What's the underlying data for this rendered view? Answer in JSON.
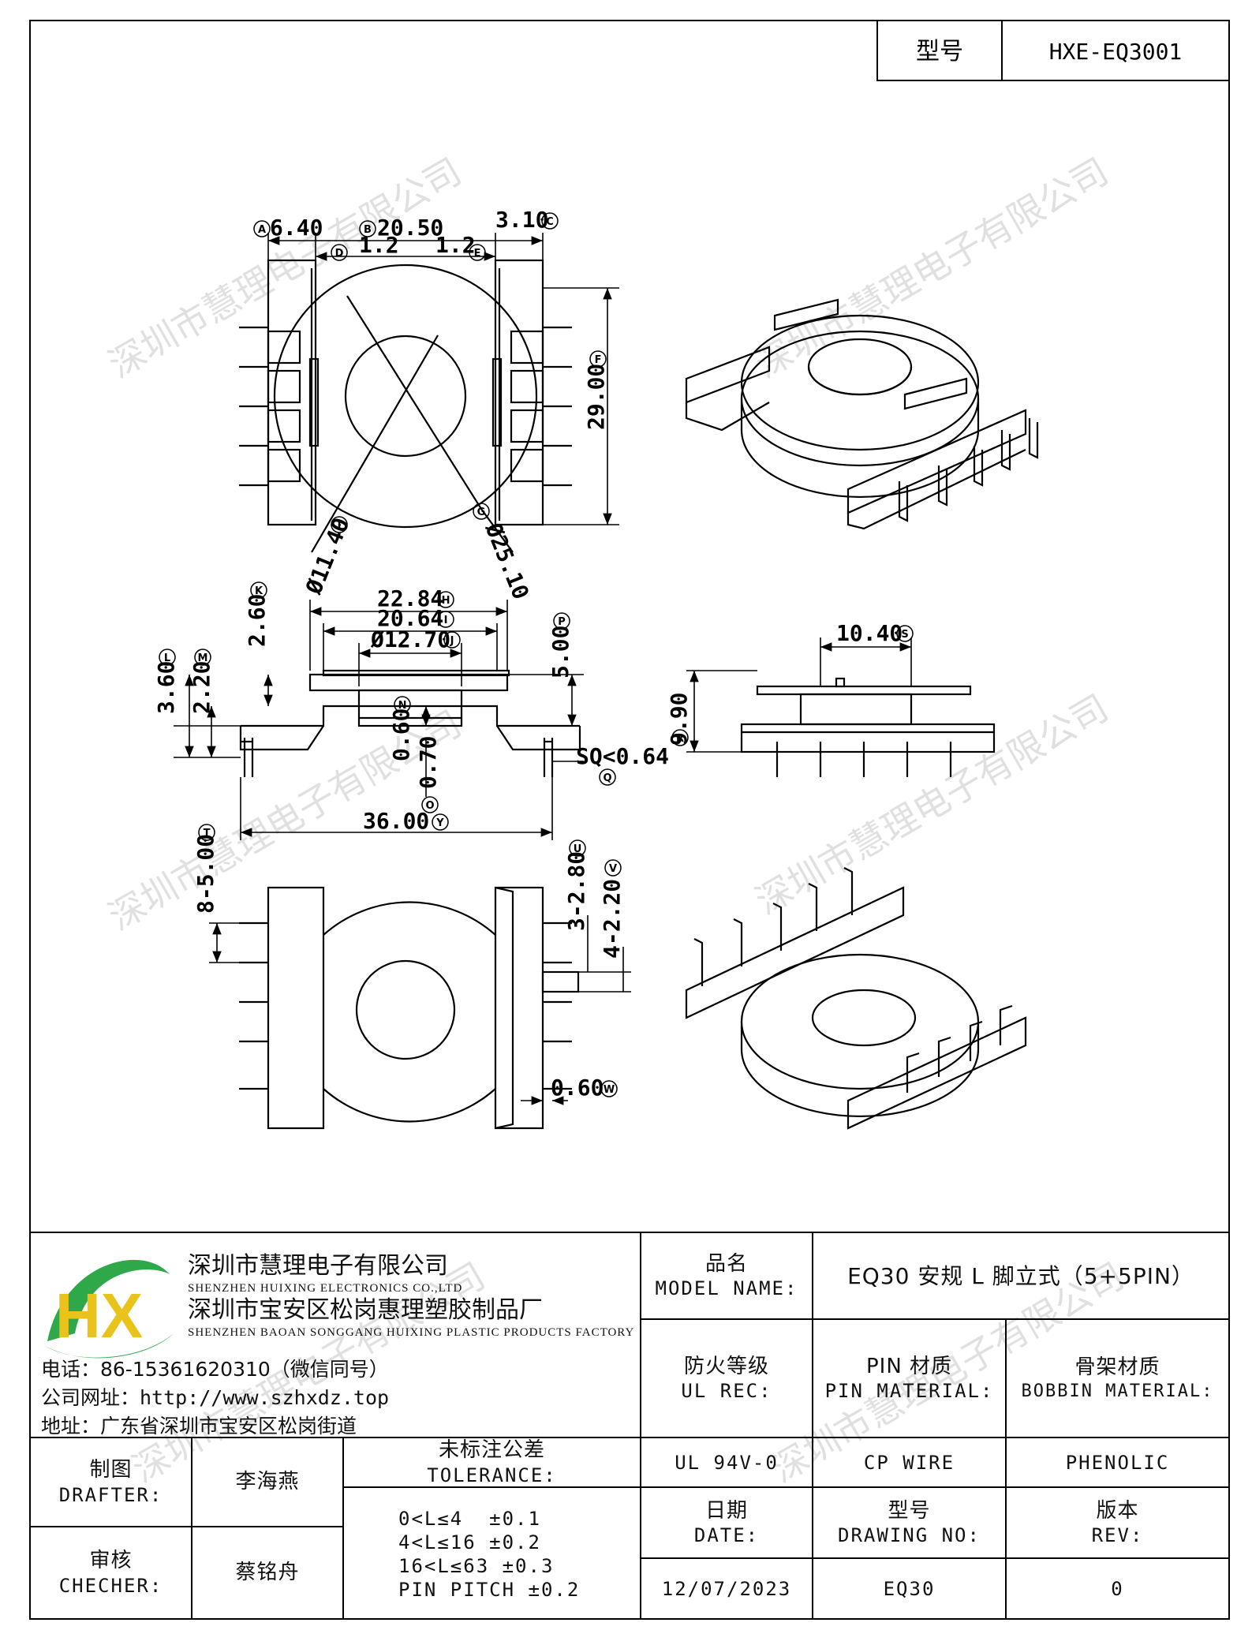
{
  "header": {
    "model_label": "型号",
    "model_value": "HXE-EQ3001"
  },
  "company": {
    "logo_text": "HX",
    "name_cn_1": "深圳市慧理电子有限公司",
    "name_en_1": "SHENZHEN HUIXING ELECTRONICS CO.,LTD",
    "name_cn_2": "深圳市宝安区松岗惠理塑胶制品厂",
    "name_en_2": "SHENZHEN BAOAN SONGGANG HUIXING PLASTIC PRODUCTS FACTORY",
    "phone": "电话：86-15361620310（微信同号）",
    "website": "公司网址：http://www.szhxdz.top",
    "address": "地址：广东省深圳市宝安区松岗街道"
  },
  "watermark": "深圳市慧理电子有限公司",
  "title_block": {
    "model_name_cn": "品名",
    "model_name_en": "MODEL NAME:",
    "model_name_value": "EQ30 安规 L 脚立式（5+5PIN）",
    "ul_cn": "防火等级",
    "ul_en": "UL REC:",
    "ul_value": "UL 94V-0",
    "pin_cn": "PIN 材质",
    "pin_en": "PIN MATERIAL:",
    "pin_value": "CP WIRE",
    "bobbin_cn": "骨架材质",
    "bobbin_en": "BOBBIN MATERIAL:",
    "bobbin_value": "PHENOLIC",
    "drafter_cn": "制图",
    "drafter_en": "DRAFTER:",
    "drafter_value": "李海燕",
    "checker_cn": "审核",
    "checker_en": "CHECHER:",
    "checker_value": "蔡铭舟",
    "tolerance_cn": "未标注公差",
    "tolerance_en": "TOLERANCE:",
    "tolerance_lines": [
      "0<L≤4  ±0.1",
      "4<L≤16 ±0.2",
      "16<L≤63 ±0.3",
      "PIN PITCH ±0.2"
    ],
    "date_cn": "日期",
    "date_en": "DATE:",
    "date_value": "12/07/2023",
    "drawing_cn": "型号",
    "drawing_en": "DRAWING NO:",
    "drawing_value": "EQ30",
    "rev_cn": "版本",
    "rev_en": "REV:",
    "rev_value": "0"
  },
  "dimensions": {
    "a": "6.40",
    "b": "20.50",
    "c": "3.10",
    "d": "1.2",
    "e": "1.2",
    "f": "29.00",
    "g": "Ø25.10",
    "h": "22.84",
    "i": "Ø11.40",
    "i2": "20.64",
    "j": "Ø12.70",
    "k": "2.60",
    "l": "3.60",
    "m": "2.20",
    "n": "0.60",
    "o": "0.70",
    "p": "5.00",
    "q": "SQ<0.64",
    "r": "9.90",
    "s": "10.40",
    "t": "8-5.00",
    "u": "3-2.80",
    "v": "4-2.20",
    "w": "0.60",
    "y": "36.00"
  },
  "dim_letters": {
    "a": "A",
    "b": "B",
    "c": "C",
    "d": "D",
    "e": "E",
    "f": "F",
    "g": "G",
    "h": "H",
    "i": "I",
    "i2": "I",
    "j": "J",
    "k": "K",
    "l": "L",
    "m": "M",
    "n": "N",
    "o": "O",
    "p": "P",
    "q": "Q",
    "r": "R",
    "s": "S",
    "t": "T",
    "u": "U",
    "v": "V",
    "w": "W",
    "y": "Y"
  }
}
